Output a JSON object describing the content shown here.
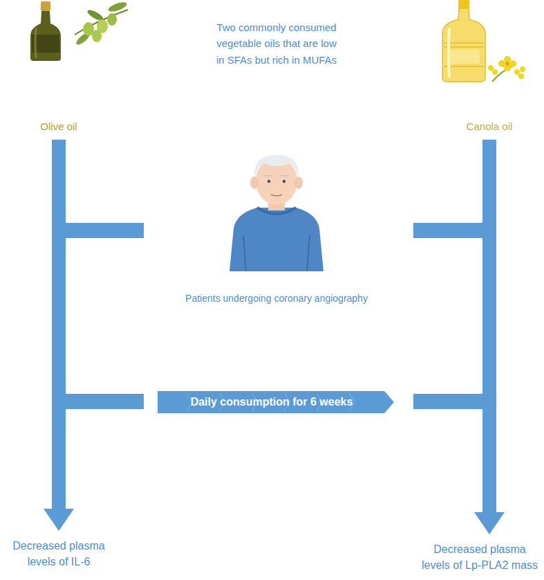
{
  "diagram": {
    "title": "Two commonly consumed vegetable oils that are low in SFAs but rich in MUFAs",
    "nodes": [
      {
        "text": [
          "Olive oil"
        ]
      },
      {
        "text": [
          "Canola oil"
        ]
      },
      {
        "text": [
          "Patients undergoing coronary angiography"
        ]
      },
      {
        "text": [
          "Daily consumption for 6 weeks"
        ]
      },
      {
        "text": [
          "Decreased plasma levels of IL-6"
        ]
      },
      {
        "text": [
          "Decreased plasma levels of Lp-PLA2 mass"
        ]
      }
    ],
    "edges": [
      {
        "from": 0,
        "to": 4,
        "arrow": "to"
      },
      {
        "from": 1,
        "to": 5,
        "arrow": "to"
      }
    ]
  }
}
